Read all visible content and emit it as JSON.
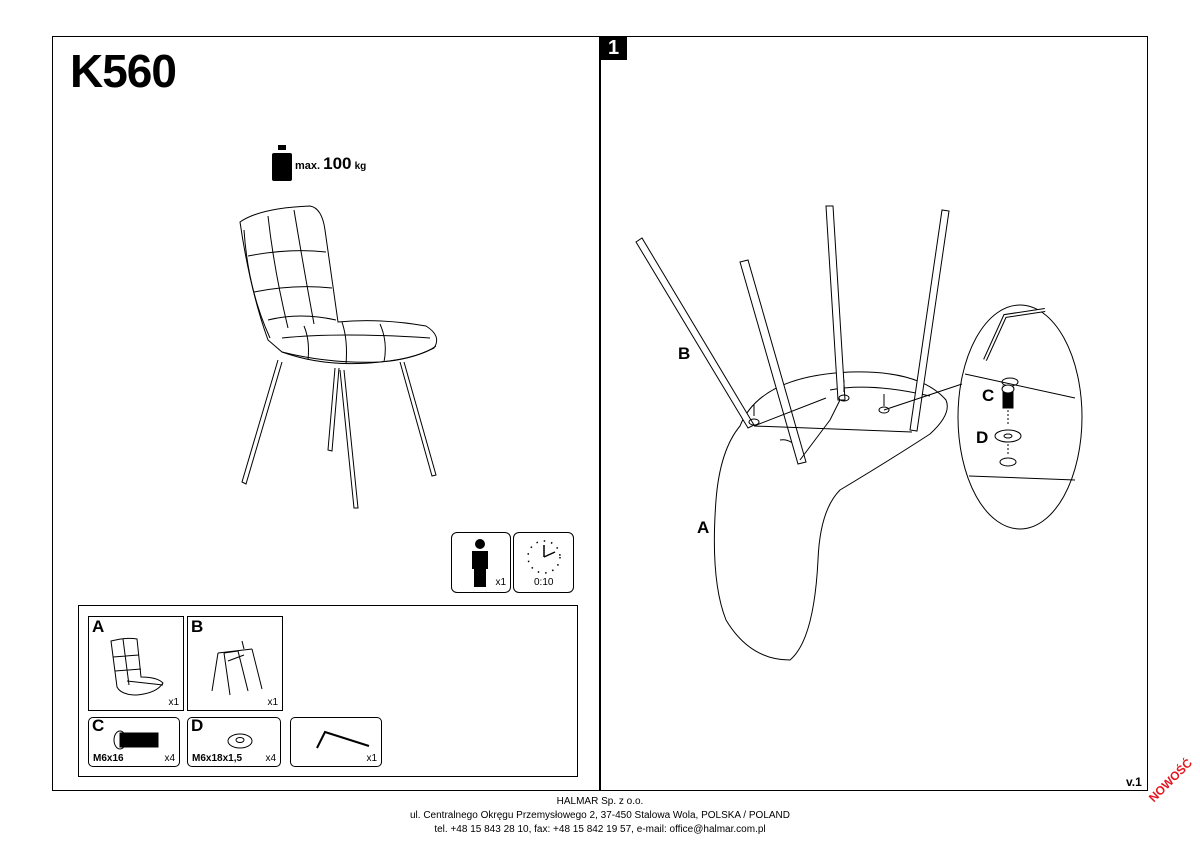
{
  "product": {
    "code": "K560"
  },
  "load": {
    "prefix": "max.",
    "value": "100",
    "unit": "kg"
  },
  "assembly": {
    "people_count": "x1",
    "time": "0:10"
  },
  "step": {
    "number": "1"
  },
  "parts": [
    {
      "letter": "A",
      "qty": "x1",
      "desc": "seat"
    },
    {
      "letter": "B",
      "qty": "x1",
      "desc": "leg frame"
    },
    {
      "letter": "C",
      "size": "M6x16",
      "qty": "x4"
    },
    {
      "letter": "D",
      "size": "M6x18x1,5",
      "qty": "x4"
    },
    {
      "letter": "",
      "qty": "x1",
      "desc": "allen key"
    }
  ],
  "callouts": {
    "A": "A",
    "B": "B",
    "C": "C",
    "D": "D"
  },
  "version": "v.1",
  "footer": {
    "company": "HALMAR Sp. z o.o.",
    "address": "ul. Centralnego Okręgu Przemysłowego 2, 37-450 Stalowa Wola, POLSKA / POLAND",
    "contact": "tel. +48 15 843 28 10, fax: +48 15 842 19 57, e-mail: office@halmar.com.pl"
  },
  "badge": "NOWOŚĆ",
  "icons": [
    "weight-icon",
    "person-icon",
    "clock-icon",
    "screw-icon",
    "washer-icon",
    "allen-key-icon"
  ]
}
